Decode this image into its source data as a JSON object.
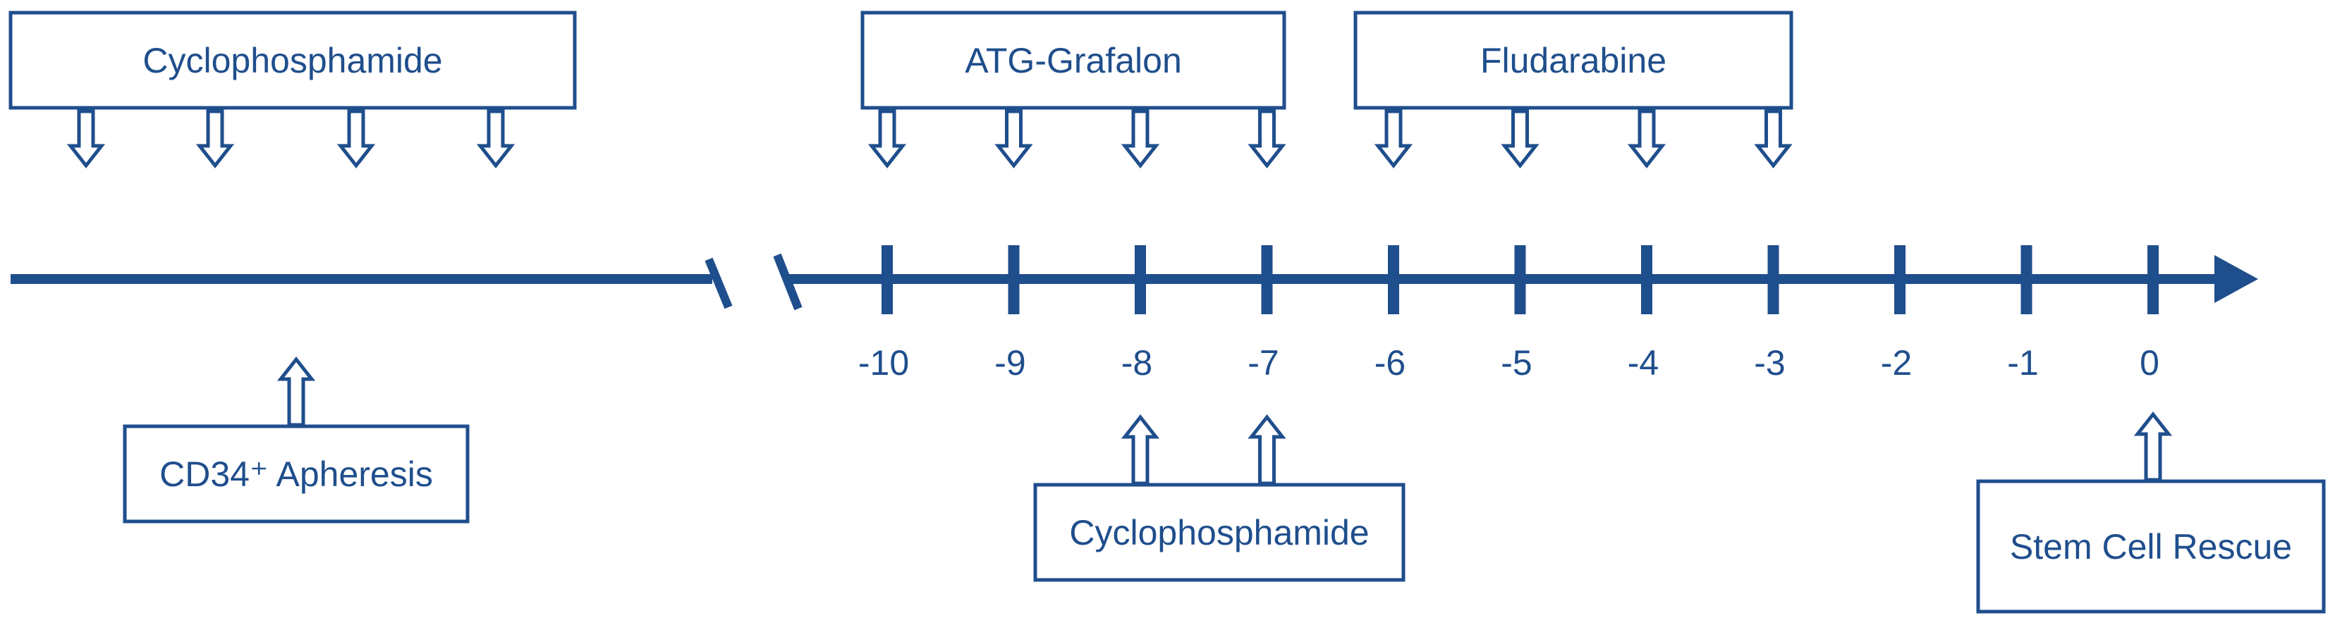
{
  "colors": {
    "primary": "#1f4e8c",
    "background": "#ffffff"
  },
  "boxes": {
    "cyclophosphamide_top": {
      "label": "Cyclophosphamide"
    },
    "atg_grafalon": {
      "label": "ATG-Grafalon"
    },
    "fludarabine": {
      "label": "Fludarabine"
    },
    "cd34_apheresis": {
      "label": "CD34⁺ Apheresis"
    },
    "cyclophosphamide_bottom": {
      "label": "Cyclophosphamide"
    },
    "stem_cell_rescue": {
      "label": "Stem Cell Rescue"
    }
  },
  "timeline": {
    "days": [
      "-10",
      "-9",
      "-8",
      "-7",
      "-6",
      "-5",
      "-4",
      "-3",
      "-2",
      "-1",
      "0"
    ],
    "atg_days": [
      "-10",
      "-9",
      "-8",
      "-7"
    ],
    "fludarabine_days": [
      "-6",
      "-5",
      "-4",
      "-3"
    ],
    "cyclophosphamide_days": [
      "-8",
      "-7"
    ],
    "stem_cell_rescue_day": "0",
    "pre_break_cyclophosphamide_doses": 4
  }
}
